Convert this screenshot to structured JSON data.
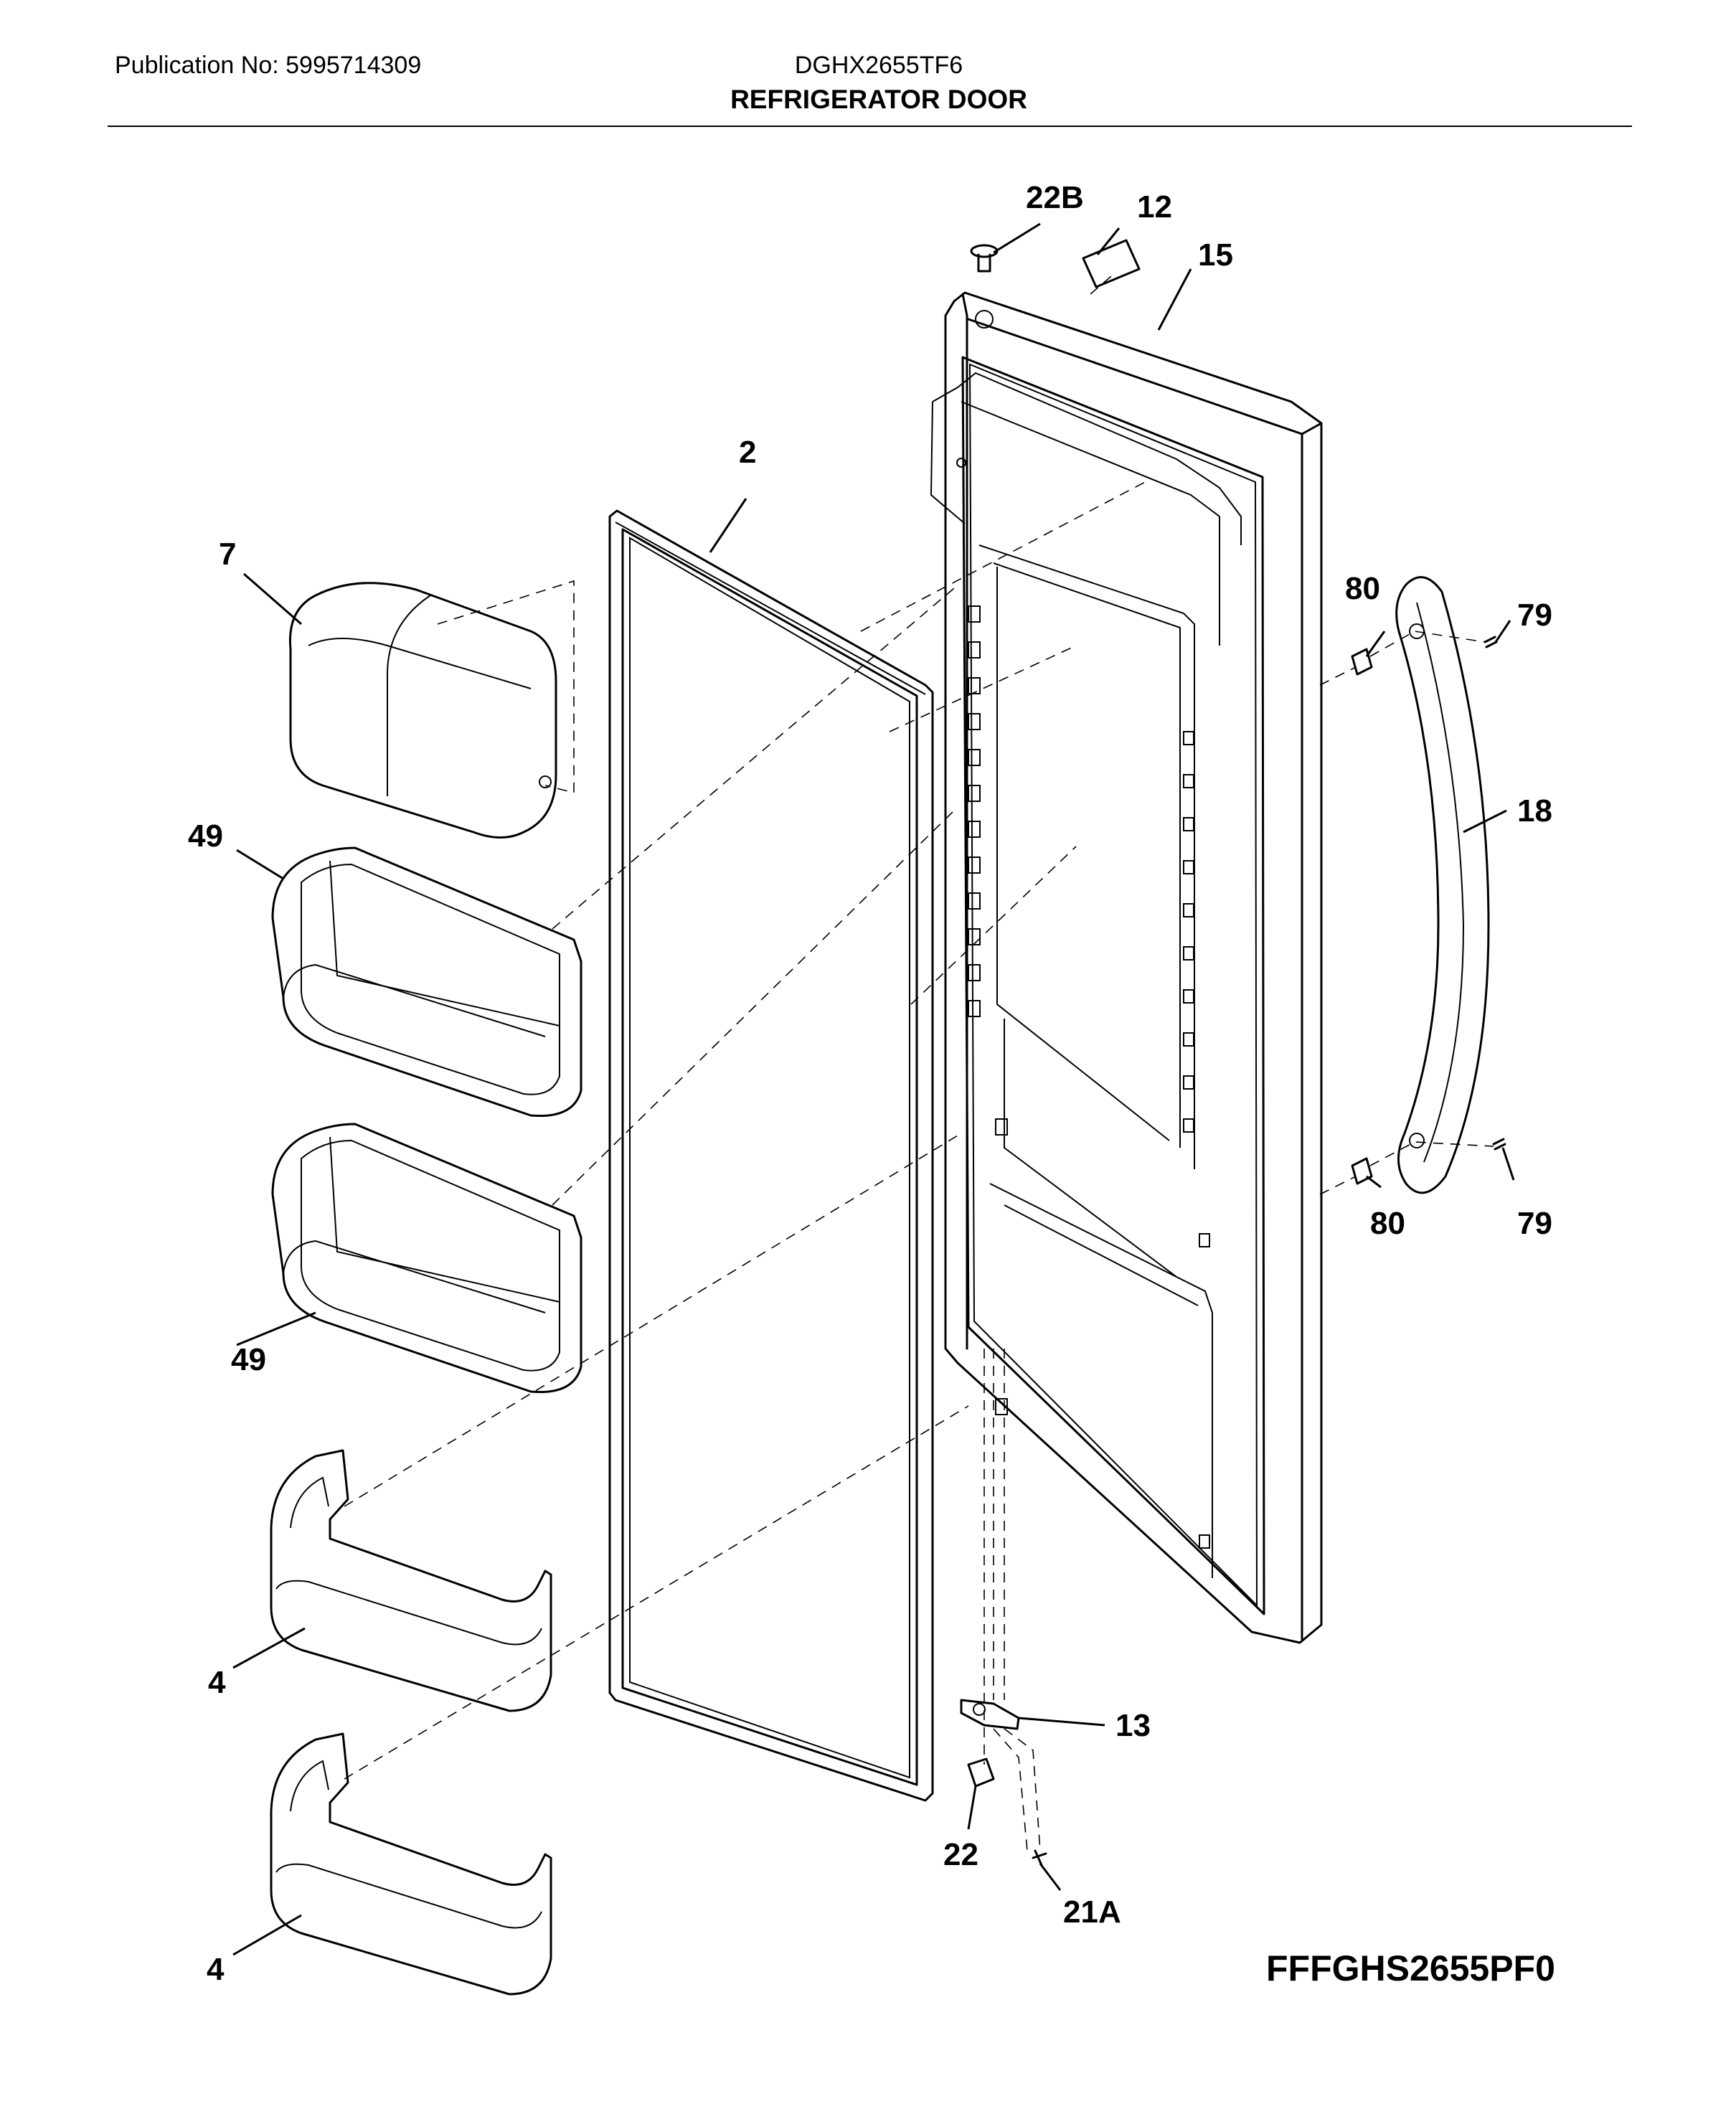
{
  "header": {
    "publication": "Publication No: 5995714309",
    "model": "DGHX2655TF6",
    "title": "REFRIGERATOR DOOR"
  },
  "drawing_code": "FFFGHS2655PF0",
  "callouts": {
    "c22B": "22B",
    "c12": "12",
    "c15": "15",
    "c2": "2",
    "c7": "7",
    "c80a": "80",
    "c79a": "79",
    "c49a": "49",
    "c18": "18",
    "c80b": "80",
    "c79b": "79",
    "c49b": "49",
    "c4a": "4",
    "c13": "13",
    "c22": "22",
    "c21A": "21A",
    "c4b": "4"
  }
}
